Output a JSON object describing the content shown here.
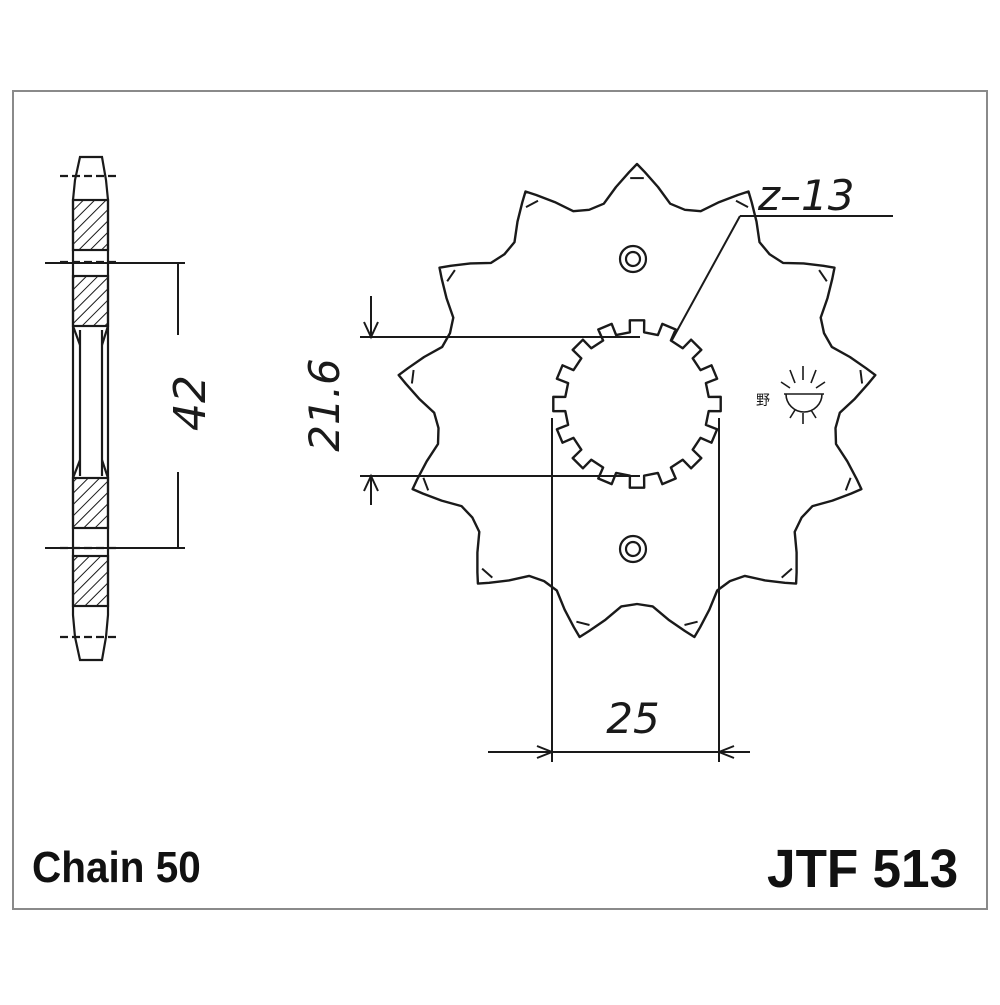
{
  "drawing": {
    "chain_label": "Chain 50",
    "part_number": "JTF 513",
    "teeth_label": "z–13",
    "dims": {
      "pcd": "42",
      "bore_inner": "21.6",
      "bore_outer": "25"
    },
    "maker_mark": "野"
  },
  "spec": {
    "teeth": 13,
    "spline_teeth": 16,
    "bolt_holes": 2
  },
  "colors": {
    "line": "#1a1a1a",
    "frame": "#8a8a8a",
    "background": "#ffffff"
  }
}
